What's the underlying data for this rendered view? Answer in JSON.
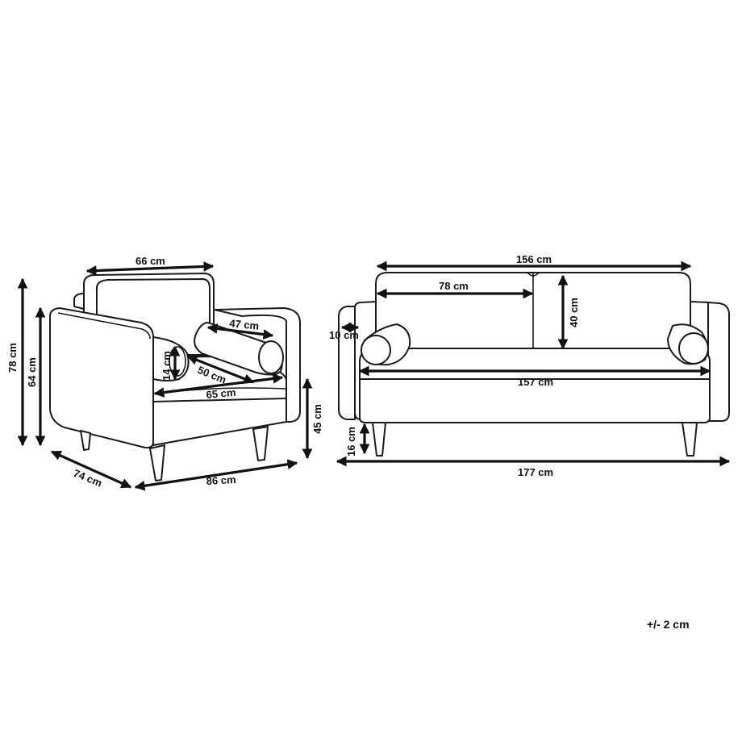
{
  "armchair": {
    "dim_66": "66 cm",
    "dim_47": "47 cm",
    "dim_14": "14 cm",
    "dim_50": "50 cm",
    "dim_65": "65 cm",
    "dim_78": "78 cm",
    "dim_64": "64 cm",
    "dim_45": "45 cm",
    "dim_74": "74 cm",
    "dim_86": "86 cm"
  },
  "sofa": {
    "dim_156": "156 cm",
    "dim_78": "78 cm",
    "dim_40": "40 cm",
    "dim_10": "10 cm",
    "dim_157": "157 cm",
    "dim_16": "16 cm",
    "dim_177": "177 cm"
  },
  "tolerance": "+/- 2 cm"
}
